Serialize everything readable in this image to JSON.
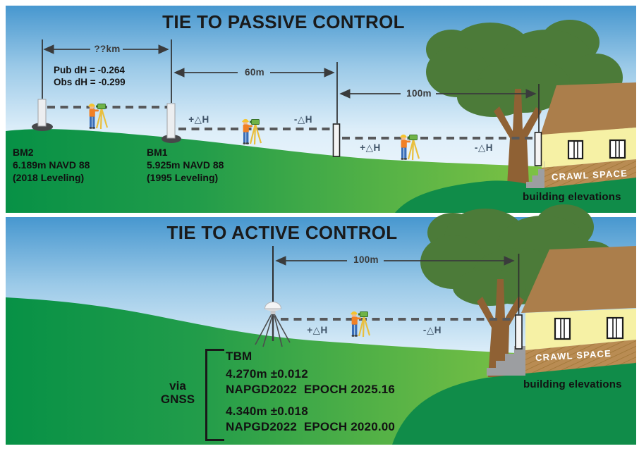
{
  "passive": {
    "title": "TIE TO PASSIVE CONTROL",
    "dims": {
      "km": "??km",
      "m60": "60m",
      "m100": "100m"
    },
    "pub_dh": "Pub dH = -0.264",
    "obs_dh": "Obs dH = -0.299",
    "bm2": {
      "name": "BM2",
      "elevation": "6.189m NAVD 88",
      "note": "(2018 Leveling)"
    },
    "bm1": {
      "name": "BM1",
      "elevation": "5.925m NAVD 88",
      "note": "(1995 Leveling)"
    },
    "delta_plus": "+△H",
    "delta_minus": "-△H",
    "crawl_space": "CRAWL SPACE",
    "building_elevations": "building elevations"
  },
  "active": {
    "title": "TIE TO ACTIVE CONTROL",
    "dims": {
      "m100": "100m"
    },
    "delta_plus": "+△H",
    "delta_minus": "-△H",
    "via_line1": "via",
    "via_line2": "GNSS",
    "tbm": {
      "label": "TBM",
      "elev1": "4.270m ±0.012",
      "datum1": "NAPGD2022  EPOCH 2025.16",
      "elev2": "4.340m ±0.018",
      "datum2": "NAPGD2022  EPOCH 2020.00"
    },
    "crawl_space": "CRAWL SPACE",
    "building_elevations": "building elevations"
  },
  "icons": {
    "surveyor": "surveyor-with-level-icon",
    "gnss": "gnss-antenna-icon",
    "benchmark": "benchmark-monument-icon",
    "rod": "leveling-rod-icon",
    "tree": "tree-icon",
    "house": "house-icon"
  },
  "colors": {
    "sky_top": "#4797cf",
    "sky_bottom": "#f7fbfe",
    "hill_dark": "#079146",
    "hill_light": "#7ec244",
    "foreground_green": "#108c49",
    "tree_canopy": "#4c7b39",
    "tree_trunk": "#8f6134",
    "roof": "#ab7e4b",
    "wall": "#f6f1a5",
    "crawl_band": "#b98c53",
    "steps": "#9c9ea1",
    "dash_gray": "#58595b",
    "delta_text": "#3e5266",
    "title_text": "#1a1a1a"
  }
}
